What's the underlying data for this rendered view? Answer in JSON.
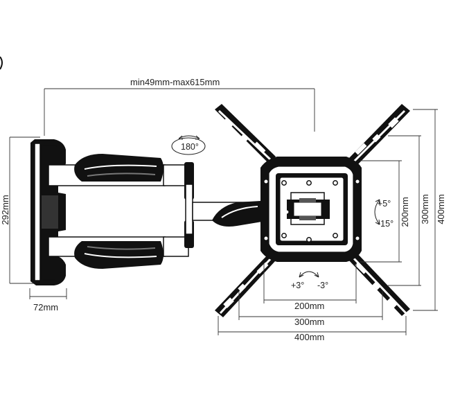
{
  "dimensions": {
    "extension": "min49mm-max615mm",
    "wall_plate_height": "292mm",
    "wall_plate_depth": "72mm",
    "vesa_200_h": "200mm",
    "vesa_300_h": "300mm",
    "vesa_400_h": "400mm",
    "vesa_200_v": "200mm",
    "vesa_300_v": "300mm",
    "vesa_400_v": "400mm"
  },
  "rotation": {
    "swivel": "180°",
    "tilt_up": "+5°",
    "tilt_down": "-15°",
    "level_plus": "+3°",
    "level_minus": "-3°"
  },
  "icons": [
    "swivel-arrow-icon",
    "tilt-arrow-icon",
    "level-arrow-icon"
  ]
}
